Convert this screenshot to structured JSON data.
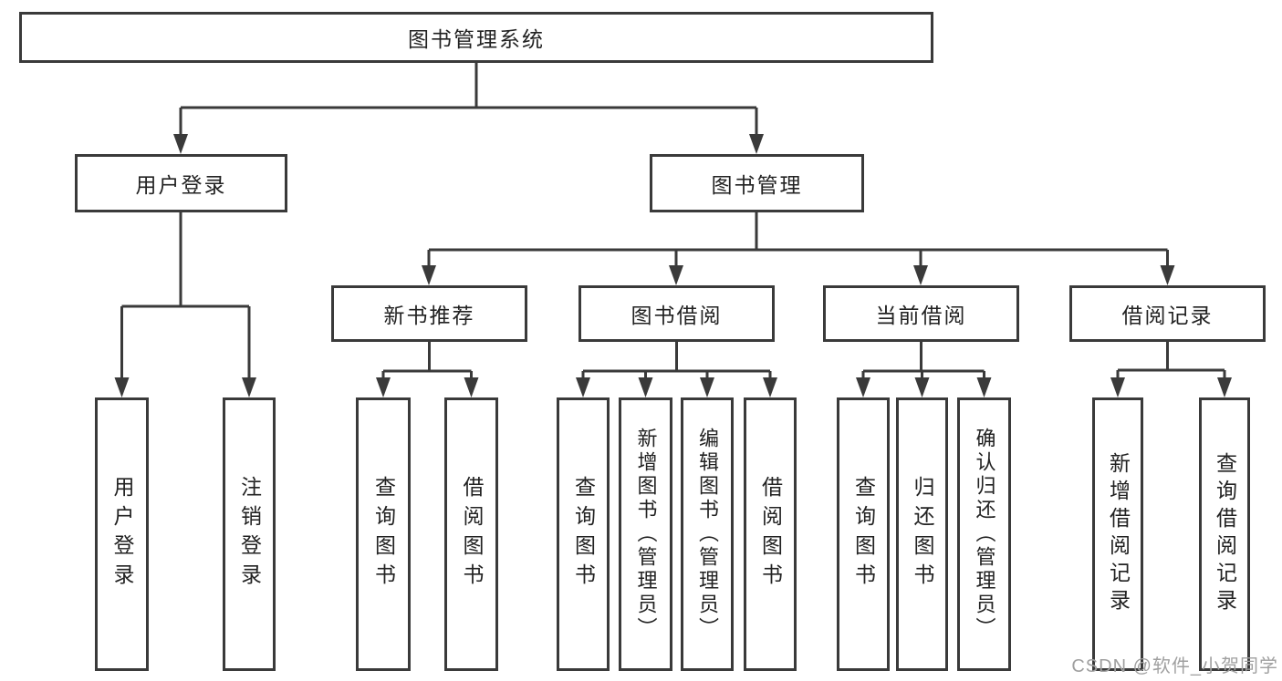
{
  "tree": {
    "root": {
      "label": "图书管理系统"
    },
    "branches": [
      {
        "label": "用户登录",
        "children": [
          "用户登录",
          "注销登录"
        ]
      },
      {
        "label": "图书管理",
        "sections": [
          {
            "label": "新书推荐",
            "children": [
              "查询图书",
              "借阅图书"
            ]
          },
          {
            "label": "图书借阅",
            "children": [
              "查询图书",
              "新增图书（管理员）",
              "编辑图书（管理员）",
              "借阅图书"
            ]
          },
          {
            "label": "当前借阅",
            "children": [
              "查询图书",
              "归还图书",
              "确认归还（管理员）"
            ]
          },
          {
            "label": "借阅记录",
            "children": [
              "新增借阅记录",
              "查询借阅记录"
            ]
          }
        ]
      }
    ]
  },
  "watermark": {
    "text": "CSDN @软件_小贺同学"
  },
  "colors": {
    "line": "#3a3a3a",
    "text": "#222222",
    "watermark": "#a0a0a0",
    "background": "#ffffff"
  }
}
